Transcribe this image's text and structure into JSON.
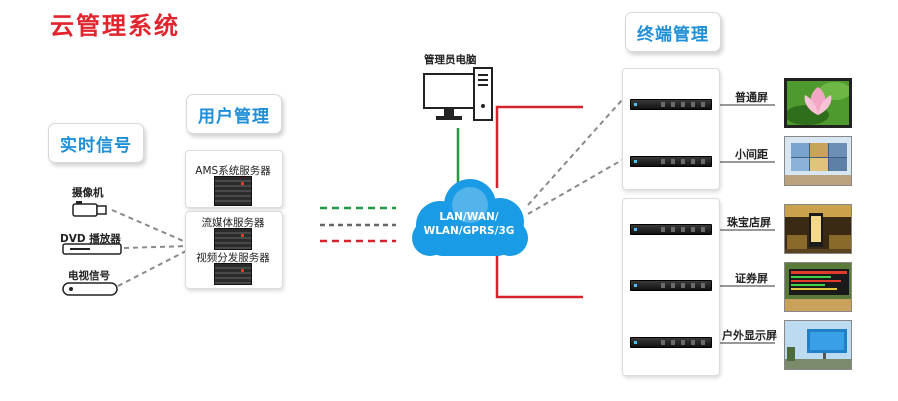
{
  "title": "云管理系统",
  "groups": {
    "realtime": "实时信号",
    "user_mgmt": "用户管理",
    "terminal_mgmt": "终端管理"
  },
  "devices": [
    {
      "label": "摄像机",
      "icon": "camera-icon"
    },
    {
      "label": "DVD 播放器",
      "icon": "dvd-player-icon"
    },
    {
      "label": "电视信号",
      "icon": "tv-receiver-icon"
    }
  ],
  "servers": [
    {
      "label": "AMS系统服务器"
    },
    {
      "label": "流媒体服务器"
    },
    {
      "label": "视频分发服务器"
    }
  ],
  "admin_pc": {
    "label": "管理员电脑",
    "icon": "desktop-computer-icon"
  },
  "network": {
    "line1": "LAN/WAN/",
    "line2": "WLAN/GPRS/3G"
  },
  "terminals": [
    {
      "label": "普通屏",
      "thumb": "lotus-screen-image"
    },
    {
      "label": "小间距",
      "thumb": "video-wall-image"
    },
    {
      "label": "珠宝店屏",
      "thumb": "jewelry-store-image"
    },
    {
      "label": "证券屏",
      "thumb": "stock-board-image"
    },
    {
      "label": "户外显示屏",
      "thumb": "outdoor-billboard-image"
    }
  ],
  "colors": {
    "title_red": "#e2242d",
    "heading_blue": "#1e8fd7",
    "cloud_blue": "#1a9be6",
    "link_green": "#1f9a3e",
    "link_red": "#d6222a",
    "link_gray": "#8a8a8a"
  }
}
